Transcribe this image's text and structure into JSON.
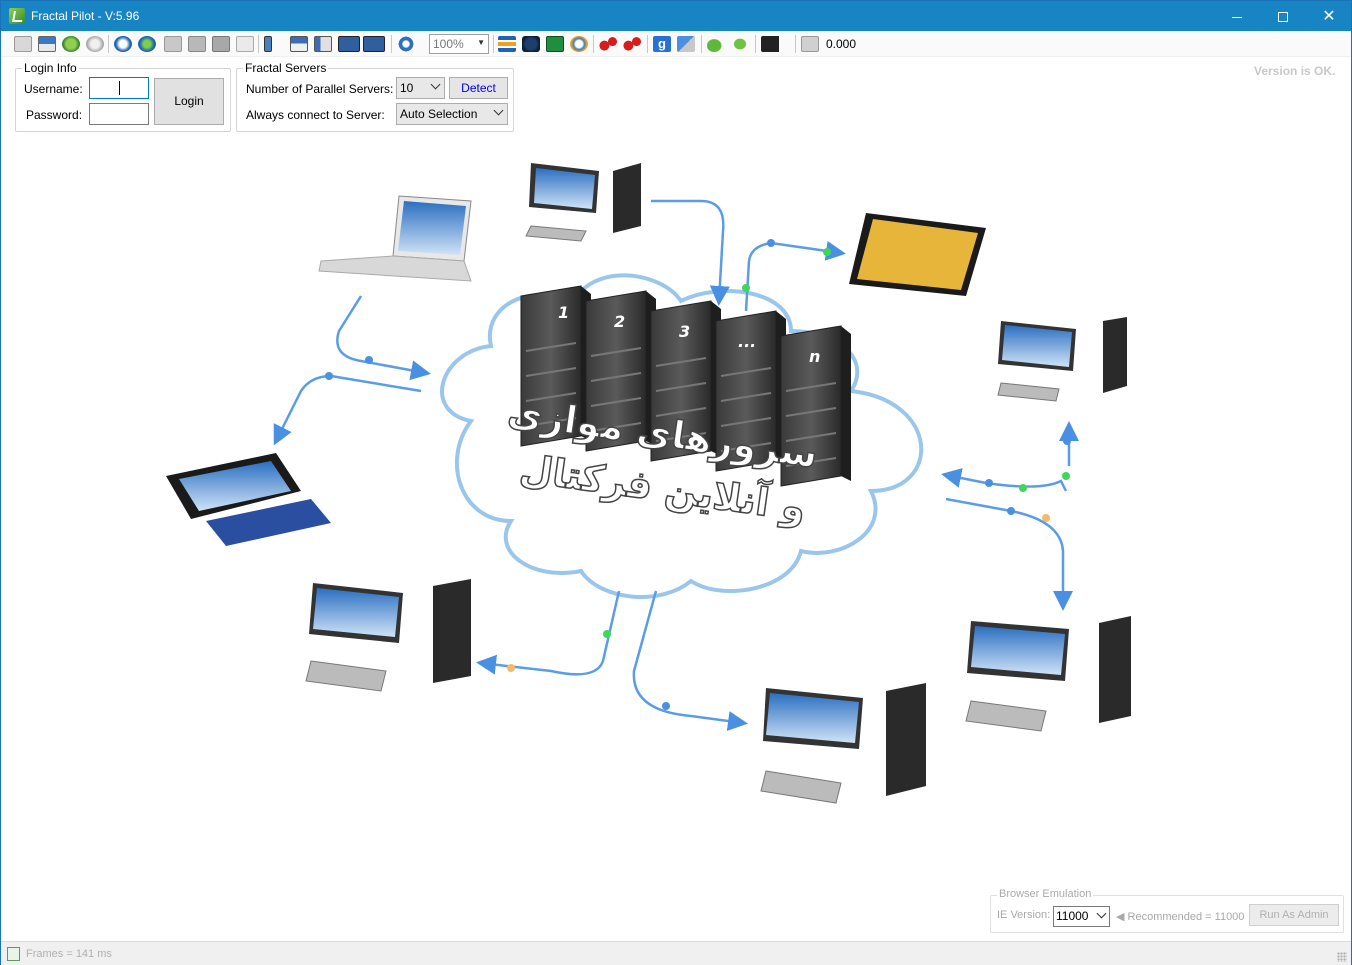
{
  "window": {
    "title": "Fractal Pilot - V:5.96"
  },
  "toolbar": {
    "zoom_value": "100%",
    "counter_value": "0.000"
  },
  "login": {
    "group_title": "Login Info",
    "username_label": "Username:",
    "password_label": "Password:",
    "login_button": "Login"
  },
  "servers": {
    "group_title": "Fractal Servers",
    "parallel_label": "Number of Parallel Servers:",
    "parallel_value": "10",
    "detect_button": "Detect",
    "connect_label": "Always connect to Server:",
    "connect_value": "Auto Selection"
  },
  "version_status": "Version is OK.",
  "diagram": {
    "server_labels": [
      "1",
      "2",
      "3",
      "...",
      "n"
    ],
    "caption_line1": "سرورهای موازی",
    "caption_line2": "و آنلاین فرکتال"
  },
  "browser_emulation": {
    "group_title": "Browser Emulation",
    "ie_label": "IE Version:",
    "ie_value": "11000",
    "recommended": "◀ Recommended = 11000",
    "run_admin_button": "Run As Admin"
  },
  "statusbar": {
    "frames_text": "Frames = 141 ms"
  }
}
